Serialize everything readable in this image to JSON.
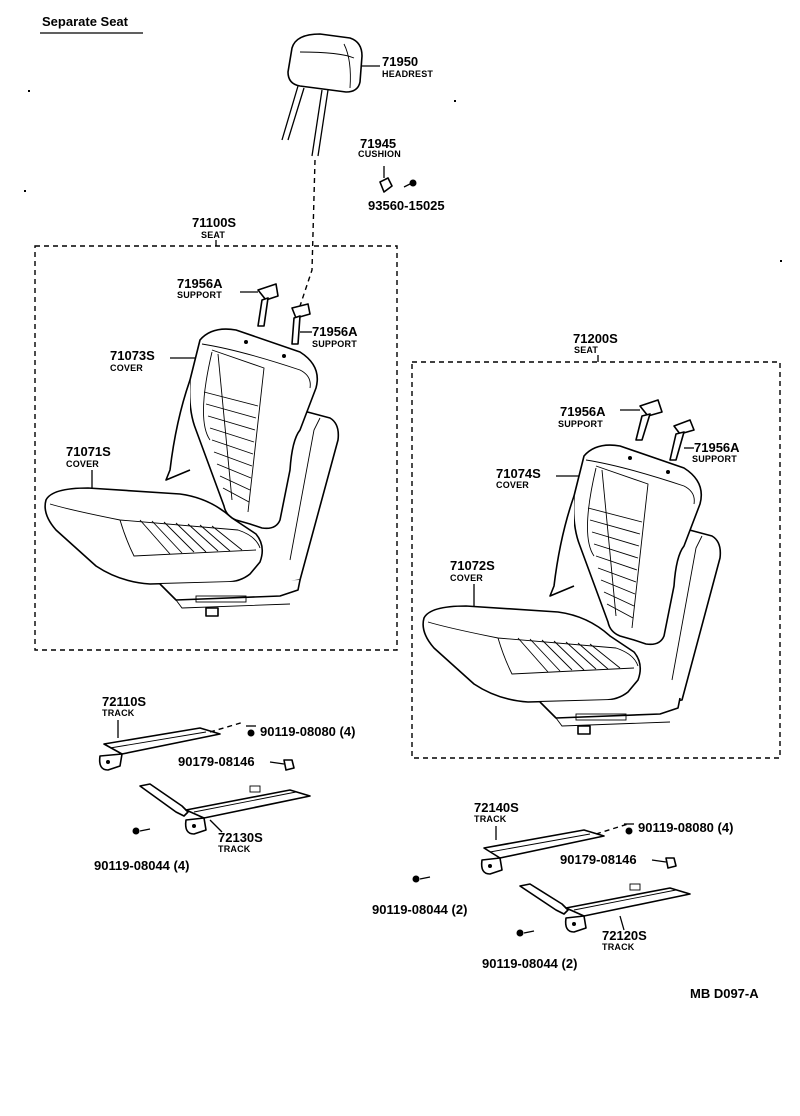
{
  "title": "Separate Seat",
  "footer_code": "MB D097-A",
  "parts": {
    "headrest": {
      "number": "71950",
      "name": "HEADREST"
    },
    "cushion": {
      "number": "71945",
      "name": "CUSHION"
    },
    "screw_93560": {
      "number": "93560-15025"
    },
    "seat_left": {
      "number": "71100S",
      "name": "SEAT"
    },
    "support_left_a": {
      "number": "71956A",
      "name": "SUPPORT"
    },
    "support_left_b": {
      "number": "71956A",
      "name": "SUPPORT"
    },
    "cover_left_back": {
      "number": "71073S",
      "name": "COVER"
    },
    "cover_left_cushion": {
      "number": "71071S",
      "name": "COVER"
    },
    "seat_right": {
      "number": "71200S",
      "name": "SEAT"
    },
    "support_right_a": {
      "number": "71956A",
      "name": "SUPPORT"
    },
    "support_right_b": {
      "number": "71956A",
      "name": "SUPPORT"
    },
    "cover_right_back": {
      "number": "71074S",
      "name": "COVER"
    },
    "cover_right_cushion": {
      "number": "71072S",
      "name": "COVER"
    },
    "track_72110": {
      "number": "72110S",
      "name": "TRACK"
    },
    "bolt_left_upper": {
      "number": "90119-08080 (4)"
    },
    "nut_left": {
      "number": "90179-08146"
    },
    "track_72130": {
      "number": "72130S",
      "name": "TRACK"
    },
    "bolt_left_lower": {
      "number": "90119-08044 (4)"
    },
    "track_72140": {
      "number": "72140S",
      "name": "TRACK"
    },
    "bolt_right_upper": {
      "number": "90119-08080 (4)"
    },
    "nut_right": {
      "number": "90179-08146"
    },
    "bolt_right_mid": {
      "number": "90119-08044 (2)"
    },
    "track_72120": {
      "number": "72120S",
      "name": "TRACK"
    },
    "bolt_right_lower": {
      "number": "90119-08044 (2)"
    }
  }
}
